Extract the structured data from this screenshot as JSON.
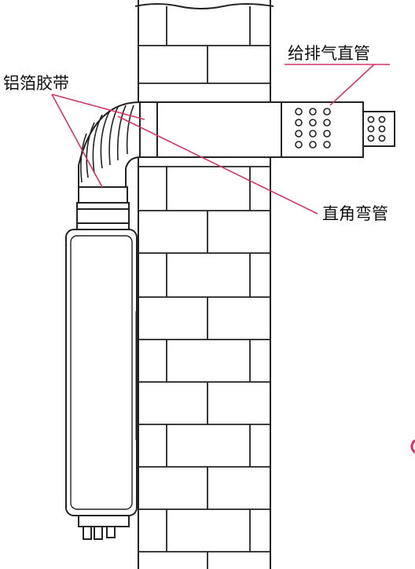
{
  "labels": {
    "aluminum_foil_tape": "铝箔胶带",
    "intake_exhaust_pipe": "给排气直管",
    "right_angle_elbow": "直角弯管"
  },
  "colors": {
    "leader_line": "#d6336c",
    "outline": "#222222",
    "fill": "#ffffff"
  }
}
